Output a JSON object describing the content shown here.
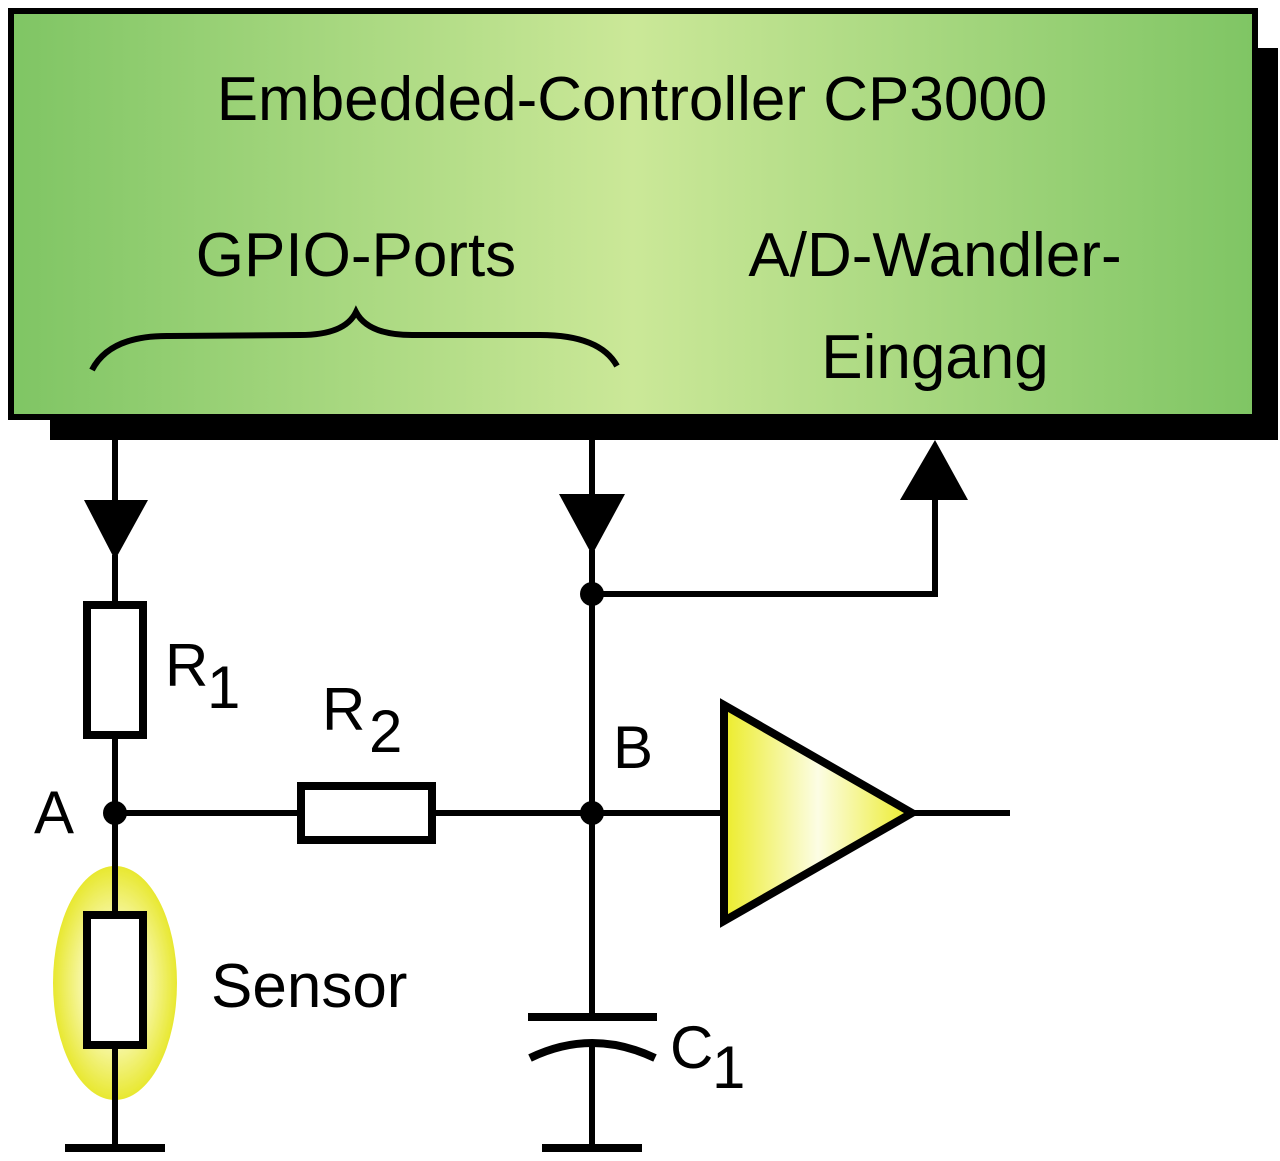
{
  "controller": {
    "title": "Embedded-Controller CP3000",
    "gpio_label": "GPIO-Ports",
    "adc_label_line1": "A/D-Wandler-",
    "adc_label_line2": "Eingang",
    "fill_color_edge": "#7fc564",
    "fill_color_center": "#cbe898"
  },
  "components": {
    "r1": {
      "label": "R",
      "subscript": "1"
    },
    "r2": {
      "label": "R",
      "subscript": "2"
    },
    "c1": {
      "label": "C",
      "subscript": "1"
    },
    "sensor": {
      "label": "Sensor",
      "highlight_color": "#e8e830"
    },
    "buffer": {
      "fill_color": "#ecec2a"
    }
  },
  "nodes": {
    "a": "A",
    "b": "B"
  }
}
